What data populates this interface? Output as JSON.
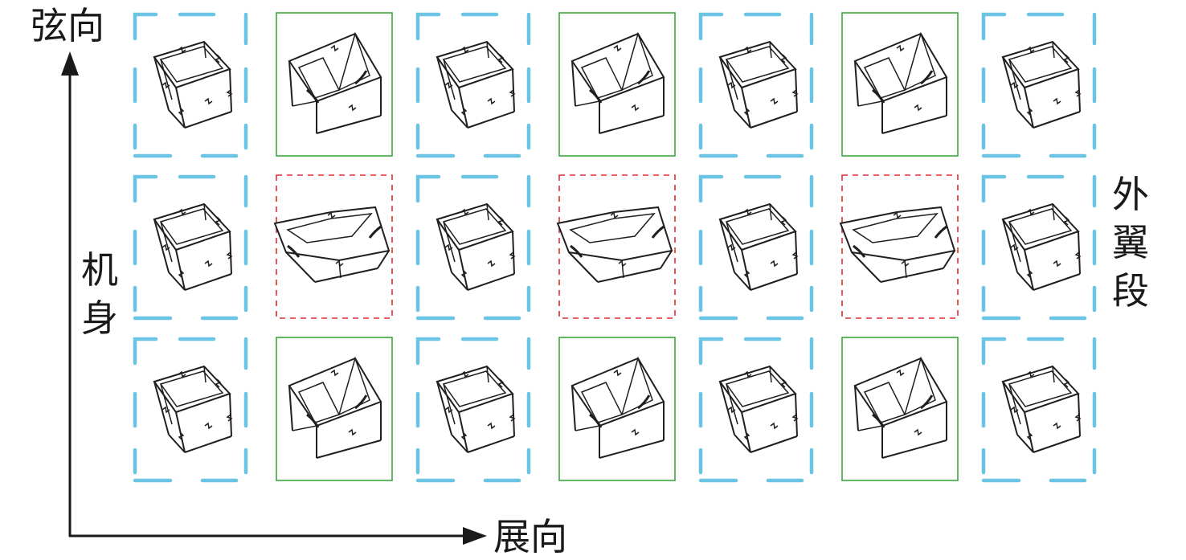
{
  "labels": {
    "chord": "弦向",
    "span": "展向",
    "fuselage": [
      "机",
      "身"
    ],
    "outer_wing": [
      "外",
      "翼",
      "段"
    ]
  },
  "grid": {
    "rows": [
      [
        "square",
        "fold-up",
        "square",
        "fold-up",
        "square",
        "fold-up",
        "square"
      ],
      [
        "square",
        "fold-down",
        "square",
        "fold-down",
        "square",
        "fold-down",
        "square"
      ],
      [
        "square",
        "fold-up",
        "square",
        "fold-up",
        "square",
        "fold-up",
        "square"
      ]
    ]
  },
  "frame_styles": {
    "square": {
      "stroke": "#6cc4e4",
      "style": "double-dash-corners"
    },
    "fold-up": {
      "stroke": "#3aa83a",
      "style": "solid"
    },
    "fold-down": {
      "stroke": "#e03030",
      "style": "dashed"
    }
  },
  "colors": {
    "structure": "#1f1f1f",
    "axis": "#1a1a1a"
  },
  "icons": {
    "axis_arrow": "arrow-head-icon"
  }
}
